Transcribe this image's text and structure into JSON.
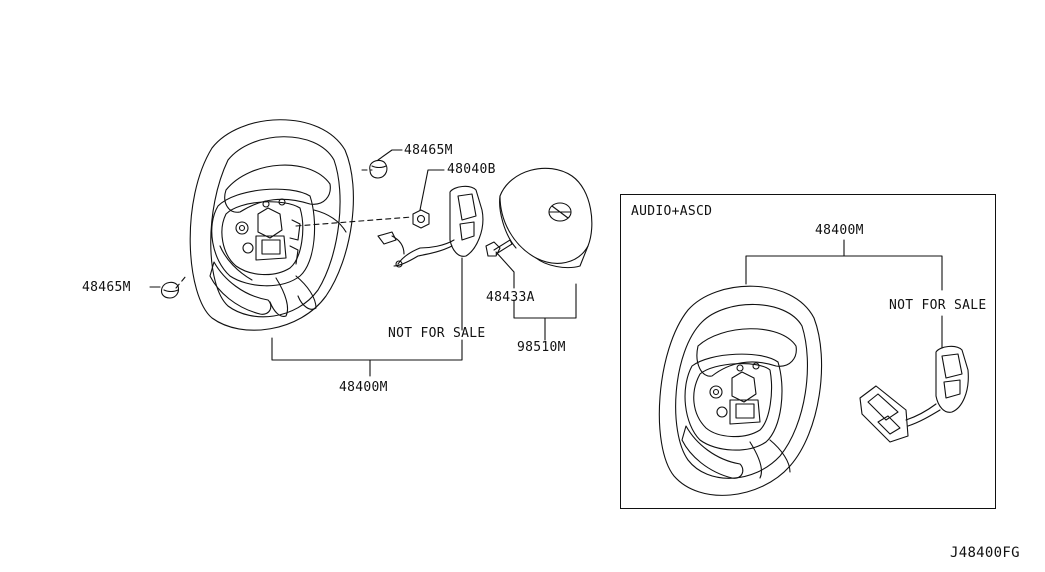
{
  "labels": {
    "p48465m_top": "48465M",
    "p48040b": "48040B",
    "p48465m_left": "48465M",
    "p48433a": "48433A",
    "p98510m": "98510M",
    "not_for_sale_main": "NOT FOR SALE",
    "p48400m_main": "48400M"
  },
  "inset": {
    "title": "AUDIO+ASCD",
    "part": "48400M",
    "not_for_sale": "NOT FOR SALE"
  },
  "diagram_id": "J48400FG",
  "colors": {
    "ink": "#111111",
    "background": "#ffffff"
  }
}
